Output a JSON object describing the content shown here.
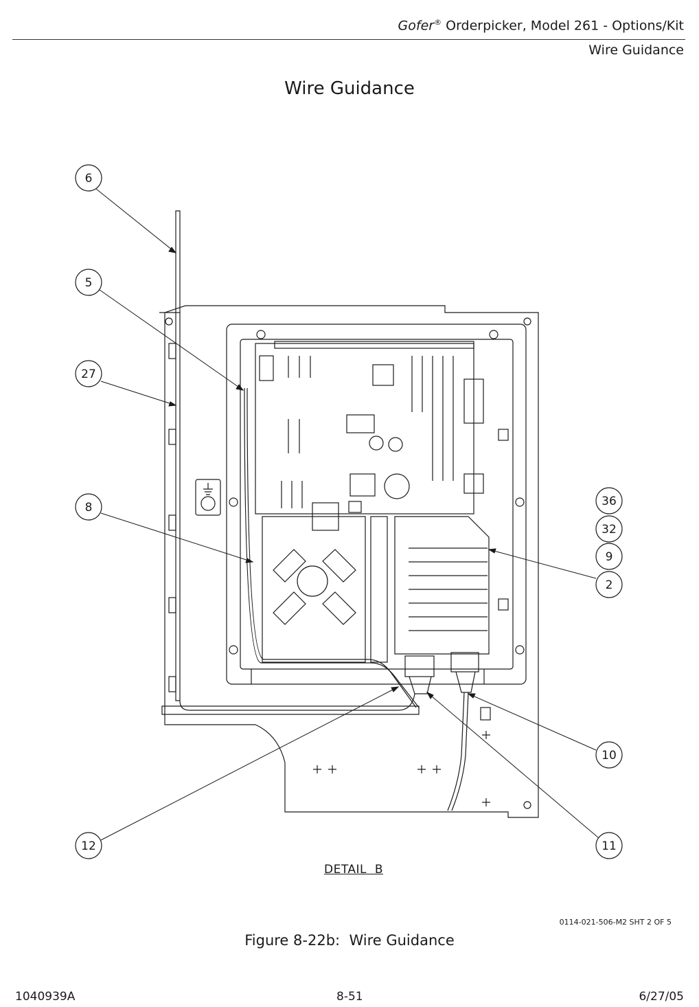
{
  "header": {
    "brand": "Gofer",
    "registered_mark": "®",
    "title_rest": " Orderpicker, Model 261 - Options/Kit",
    "section": "Wire Guidance"
  },
  "page_title": "Wire Guidance",
  "callouts": [
    {
      "id": "6",
      "label": "6"
    },
    {
      "id": "5",
      "label": "5"
    },
    {
      "id": "27",
      "label": "27"
    },
    {
      "id": "8",
      "label": "8"
    },
    {
      "id": "36",
      "label": "36"
    },
    {
      "id": "32",
      "label": "32"
    },
    {
      "id": "9",
      "label": "9"
    },
    {
      "id": "2",
      "label": "2"
    },
    {
      "id": "10",
      "label": "10"
    },
    {
      "id": "12",
      "label": "12"
    },
    {
      "id": "11",
      "label": "11"
    }
  ],
  "detail_label": "DETAIL  B",
  "drawing_number": "0114-021-506-M2 SHT 2 OF 5",
  "figure_caption": "Figure 8-22b:  Wire Guidance",
  "footer": {
    "doc_number": "1040939A",
    "page_number": "8-51",
    "date": "6/27/05"
  },
  "colors": {
    "line": "#1a1a1a",
    "background": "#ffffff"
  }
}
